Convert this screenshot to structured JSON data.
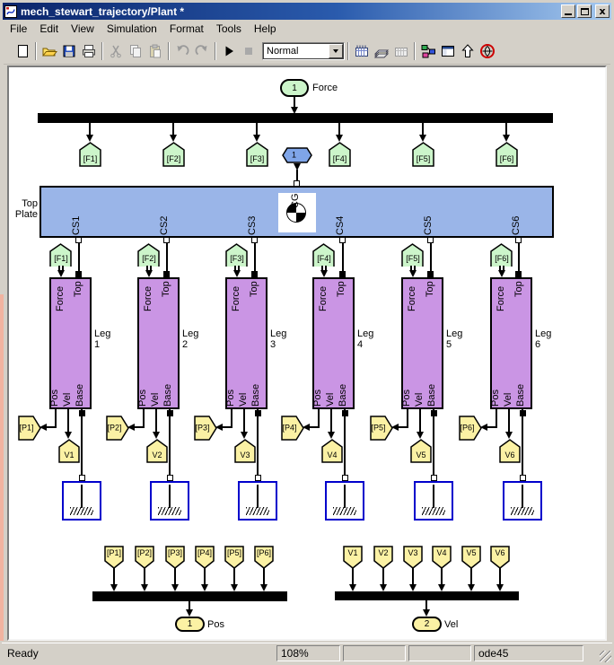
{
  "window": {
    "title": "mech_stewart_trajectory/Plant *"
  },
  "menu": {
    "items": [
      "File",
      "Edit",
      "View",
      "Simulation",
      "Format",
      "Tools",
      "Help"
    ]
  },
  "toolbar": {
    "mode": "Normal",
    "icons": [
      {
        "name": "new-model",
        "disabled": false
      },
      {
        "name": "open-model",
        "disabled": false
      },
      {
        "name": "save-model",
        "disabled": false
      },
      {
        "name": "print",
        "disabled": false
      },
      {
        "name": "cut",
        "disabled": true
      },
      {
        "name": "copy",
        "disabled": true
      },
      {
        "name": "paste",
        "disabled": true
      },
      {
        "name": "undo",
        "disabled": true
      },
      {
        "name": "redo",
        "disabled": true
      },
      {
        "name": "start-simulation",
        "disabled": false
      },
      {
        "name": "stop-simulation",
        "disabled": true
      },
      {
        "name": "update-diagram",
        "disabled": false
      },
      {
        "name": "library-browser",
        "disabled": false
      },
      {
        "name": "build-all",
        "disabled": true
      },
      {
        "name": "model-browser-blocks",
        "disabled": false
      },
      {
        "name": "model-browser",
        "disabled": false
      },
      {
        "name": "go-to-parent",
        "disabled": false
      },
      {
        "name": "debugger",
        "disabled": false
      }
    ]
  },
  "diagram": {
    "inport": {
      "port": "1",
      "label": "Force"
    },
    "force_bus_tags": [
      "[F1]",
      "[F2]",
      "[F3]",
      "[F4]",
      "[F5]",
      "[F6]"
    ],
    "connection_port": {
      "port": "1"
    },
    "top_plate": {
      "name_line1": "Top",
      "name_line2": "Plate",
      "cg_label": "CG",
      "cs_labels": [
        "CS1",
        "CS2",
        "CS3",
        "CS4",
        "CS5",
        "CS6"
      ]
    },
    "leg_port_labels": {
      "force": "Force",
      "top": "Top",
      "pos": "Pos",
      "vel": "Vel",
      "base": "Base"
    },
    "legs": [
      {
        "from_tag": "[F1]",
        "name_line1": "Leg",
        "name_line2": "1",
        "pos_goto": "[P1]",
        "vel_goto": "V1"
      },
      {
        "from_tag": "[F2]",
        "name_line1": "Leg",
        "name_line2": "2",
        "pos_goto": "[P2]",
        "vel_goto": "V2"
      },
      {
        "from_tag": "[F3]",
        "name_line1": "Leg",
        "name_line2": "3",
        "pos_goto": "[P3]",
        "vel_goto": "V3"
      },
      {
        "from_tag": "[F4]",
        "name_line1": "Leg",
        "name_line2": "4",
        "pos_goto": "[P4]",
        "vel_goto": "V4"
      },
      {
        "from_tag": "[F5]",
        "name_line1": "Leg",
        "name_line2": "5",
        "pos_goto": "[P5]",
        "vel_goto": "V5"
      },
      {
        "from_tag": "[F6]",
        "name_line1": "Leg",
        "name_line2": "6",
        "pos_goto": "[P6]",
        "vel_goto": "V6"
      }
    ],
    "pos_output": {
      "from_tags": [
        "[P1]",
        "[P2]",
        "[P3]",
        "[P4]",
        "[P5]",
        "[P6]"
      ],
      "port": "1",
      "label": "Pos"
    },
    "vel_output": {
      "from_tags": [
        "V1",
        "V2",
        "V3",
        "V4",
        "V5",
        "V6"
      ],
      "port": "2",
      "label": "Vel"
    }
  },
  "status_bar": {
    "message": "Ready",
    "zoom": "108%",
    "solver": "ode45"
  },
  "colors": {
    "plate": "#9AB5E8",
    "connection_port": "#7FA5E8",
    "leg": "#CA95E4",
    "tag_green": "#CCF5CA",
    "tag_yellow": "#FBF1A4",
    "ground_border": "#0000CC",
    "titlebar_left": "#0A246A",
    "titlebar_right": "#A6CAF0"
  }
}
